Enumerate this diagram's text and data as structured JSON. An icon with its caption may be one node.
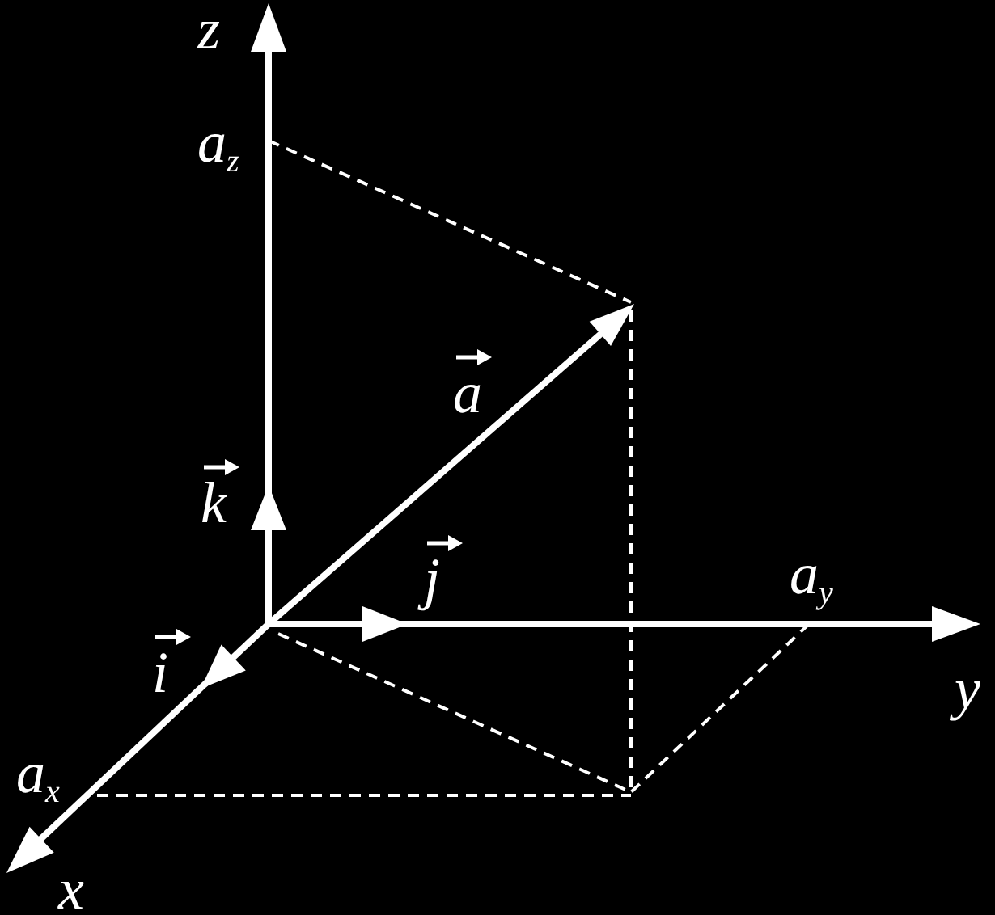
{
  "diagram": {
    "labels": [
      "z",
      "a$_{z}$",
      "a",
      "k",
      "j",
      "a$_{y}$",
      "i",
      "y",
      "a$_{x}$",
      "x"
    ]
  }
}
